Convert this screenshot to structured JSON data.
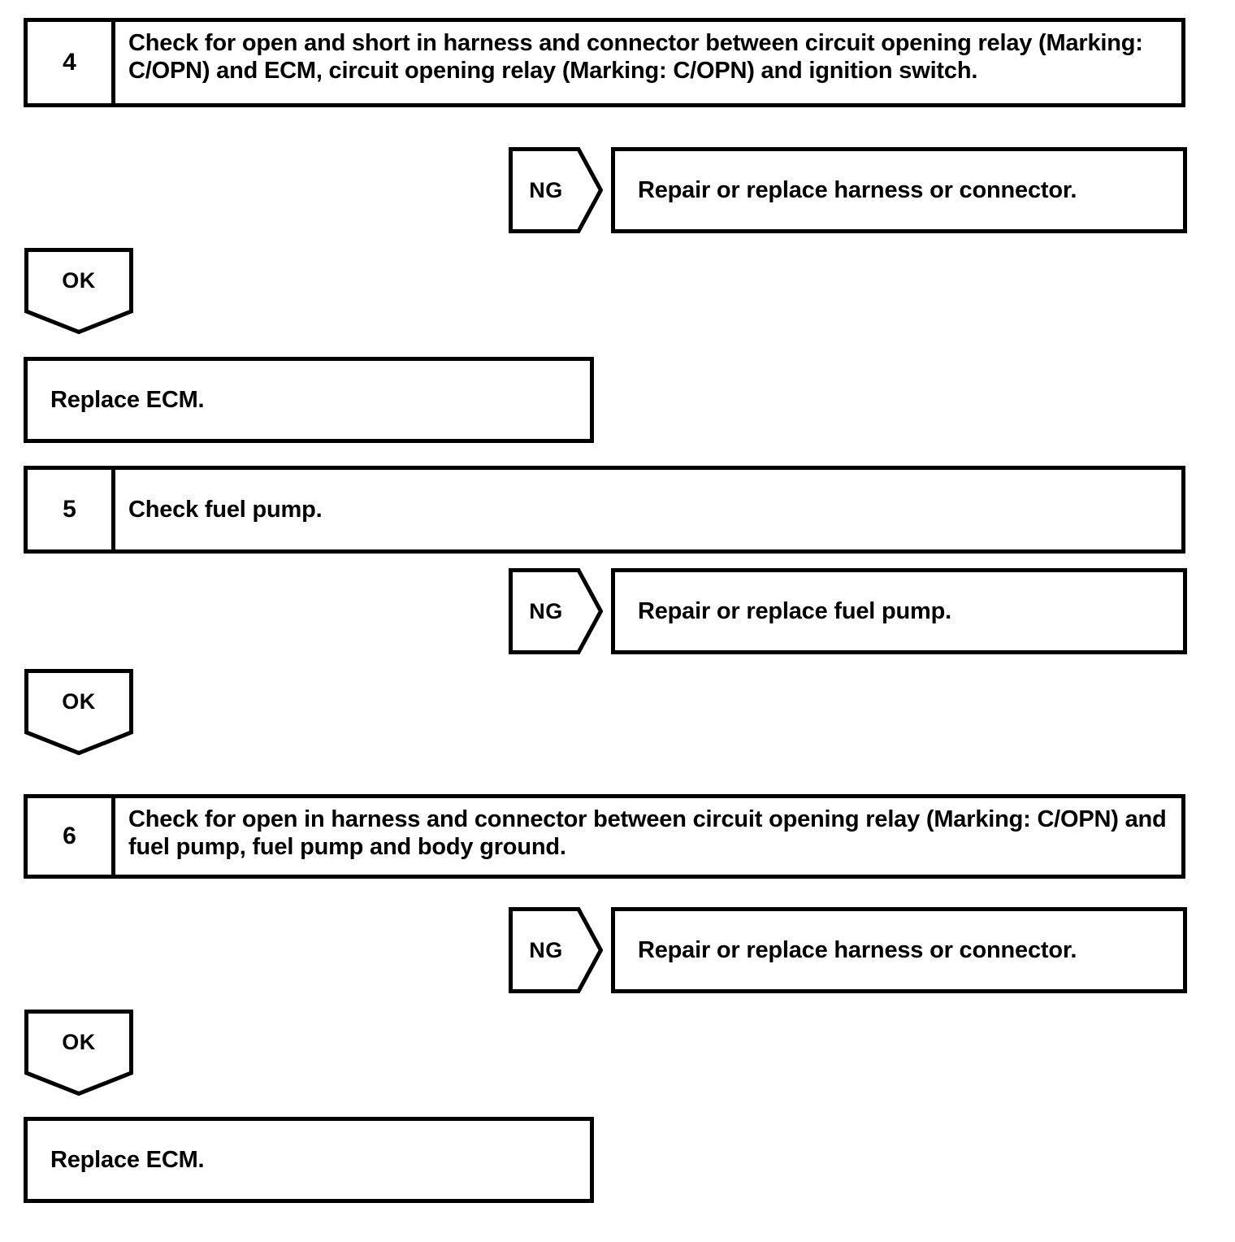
{
  "document": {
    "type": "diagnostic-flowchart",
    "colors": {
      "line": "#000000",
      "fill": "#ffffff",
      "text": "#000000"
    }
  },
  "steps": [
    {
      "number": "4",
      "text": "Check for open and short in harness and connector between circuit opening relay (Marking: C/OPN) and ECM, circuit opening relay (Marking: C/OPN) and ignition switch."
    },
    {
      "number": "5",
      "text": "Check fuel pump."
    },
    {
      "number": "6",
      "text": "Check for open in harness and connector between circuit opening relay (Marking: C/OPN) and fuel pump, fuel pump and body ground."
    }
  ],
  "branches": [
    {
      "label": "NG",
      "result": "Repair or replace harness or connector."
    },
    {
      "label": "NG",
      "result": "Repair or replace fuel pump."
    },
    {
      "label": "NG",
      "result": "Repair or replace harness or connector."
    }
  ],
  "ok_connectors": [
    {
      "label": "OK"
    },
    {
      "label": "OK"
    },
    {
      "label": "OK"
    }
  ],
  "outcomes": [
    {
      "text": "Replace ECM."
    },
    {
      "text": "Replace ECM."
    }
  ]
}
